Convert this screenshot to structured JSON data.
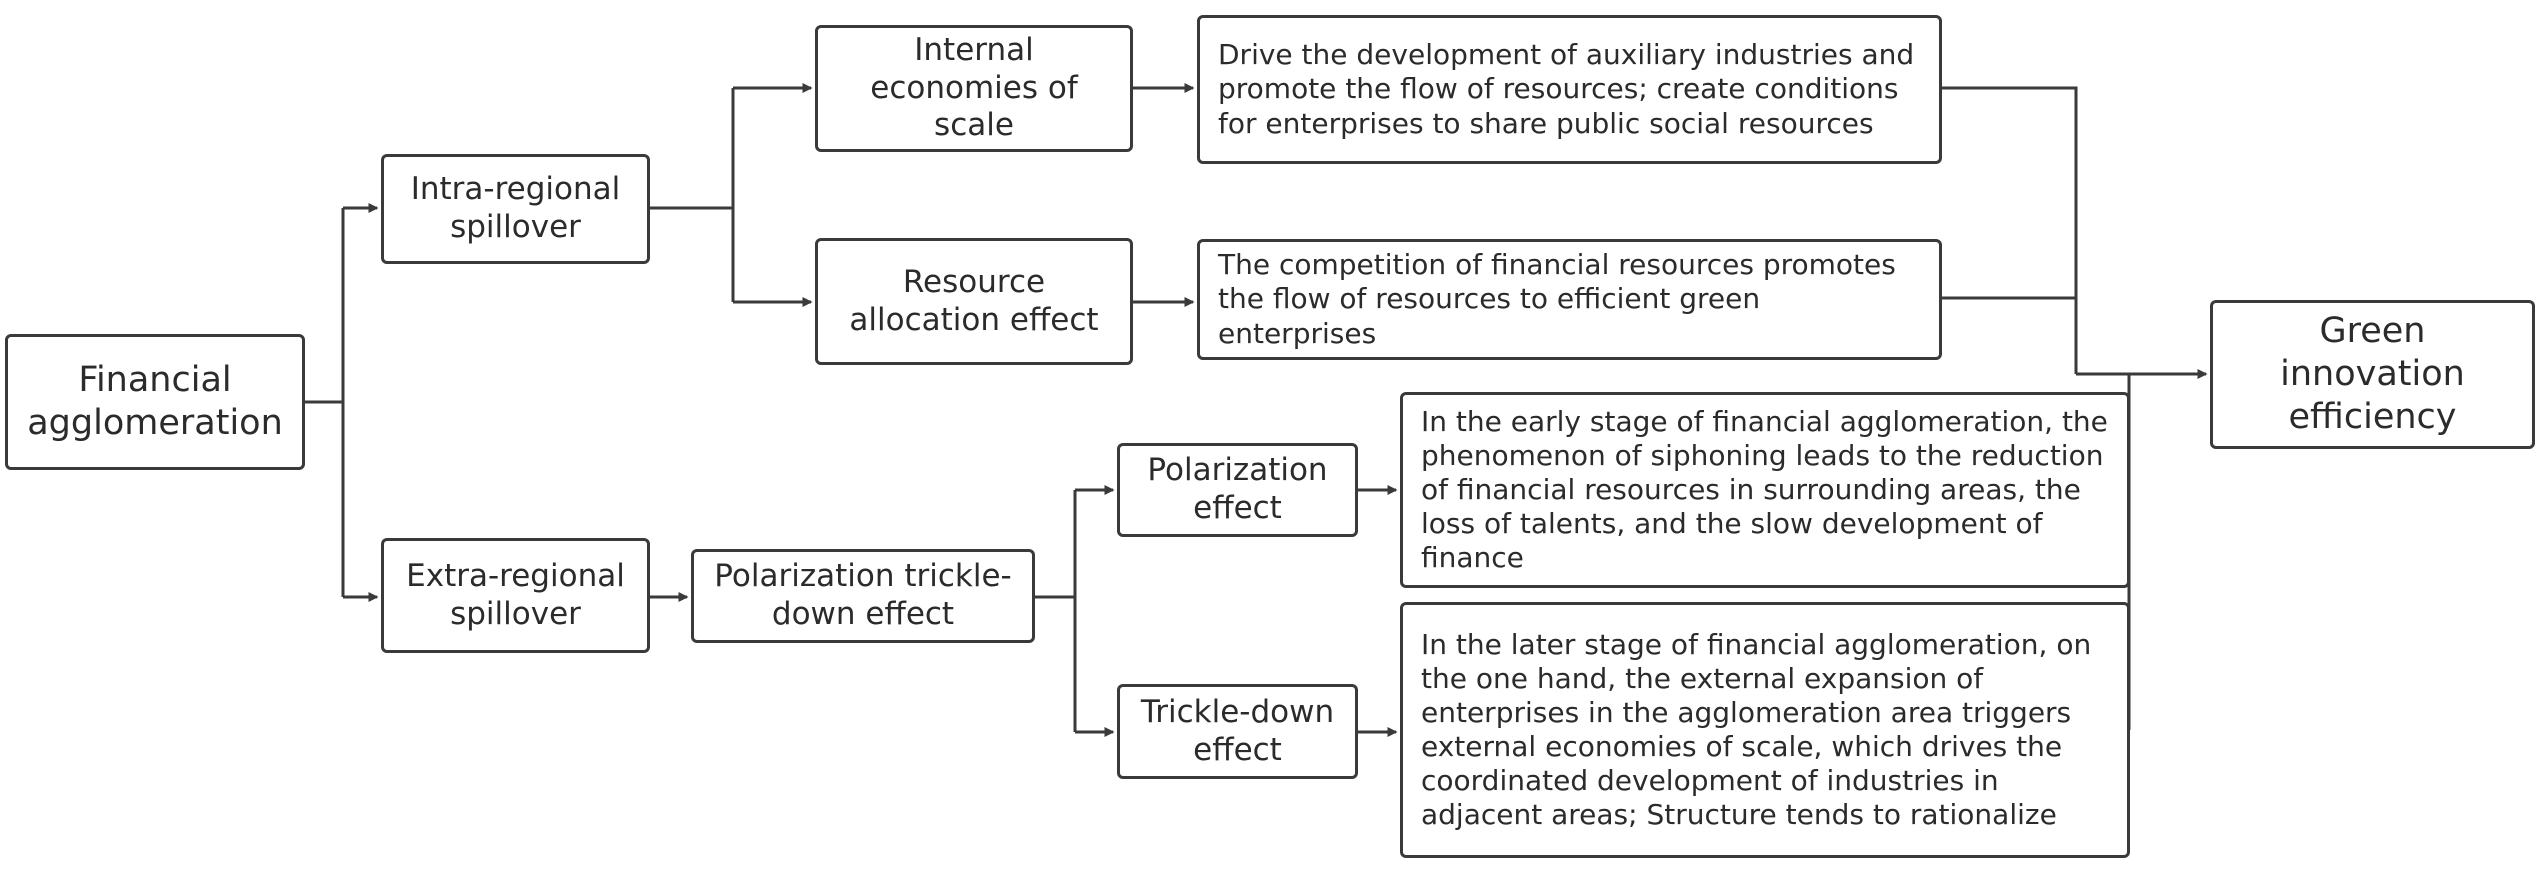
{
  "nodes": {
    "financial_agglomeration": "Financial\nagglomeration",
    "intra_regional_spillover": "Intra-regional\nspillover",
    "extra_regional_spillover": "Extra-regional\nspillover",
    "internal_economies_of_scale": "Internal\neconomies of\nscale",
    "resource_allocation_effect": "Resource\nallocation effect",
    "polarization_trickle_down_effect": "Polarization trickle-\ndown effect",
    "polarization_effect": "Polarization\neffect",
    "trickle_down_effect": "Trickle-down\neffect",
    "green_innovation_efficiency": "Green\ninnovation\nefficiency",
    "desc_internal_economies": "Drive the development of auxiliary industries and\npromote the flow of resources; create conditions\nfor enterprises to share public social resources",
    "desc_resource_allocation": "The competition of financial resources promotes\nthe flow of resources to efficient green\nenterprises",
    "desc_polarization": "In the early stage of financial agglomeration, the\nphenomenon of siphoning leads to the reduction\nof financial resources in surrounding areas, the\nloss of talents, and the slow development of\nfinance",
    "desc_trickle_down": "In the later stage of financial agglomeration, on\nthe one hand, the external expansion of\nenterprises in the agglomeration area triggers\nexternal economies of scale, which drives the\ncoordinated development of industries in\nadjacent areas; Structure tends to rationalize"
  }
}
